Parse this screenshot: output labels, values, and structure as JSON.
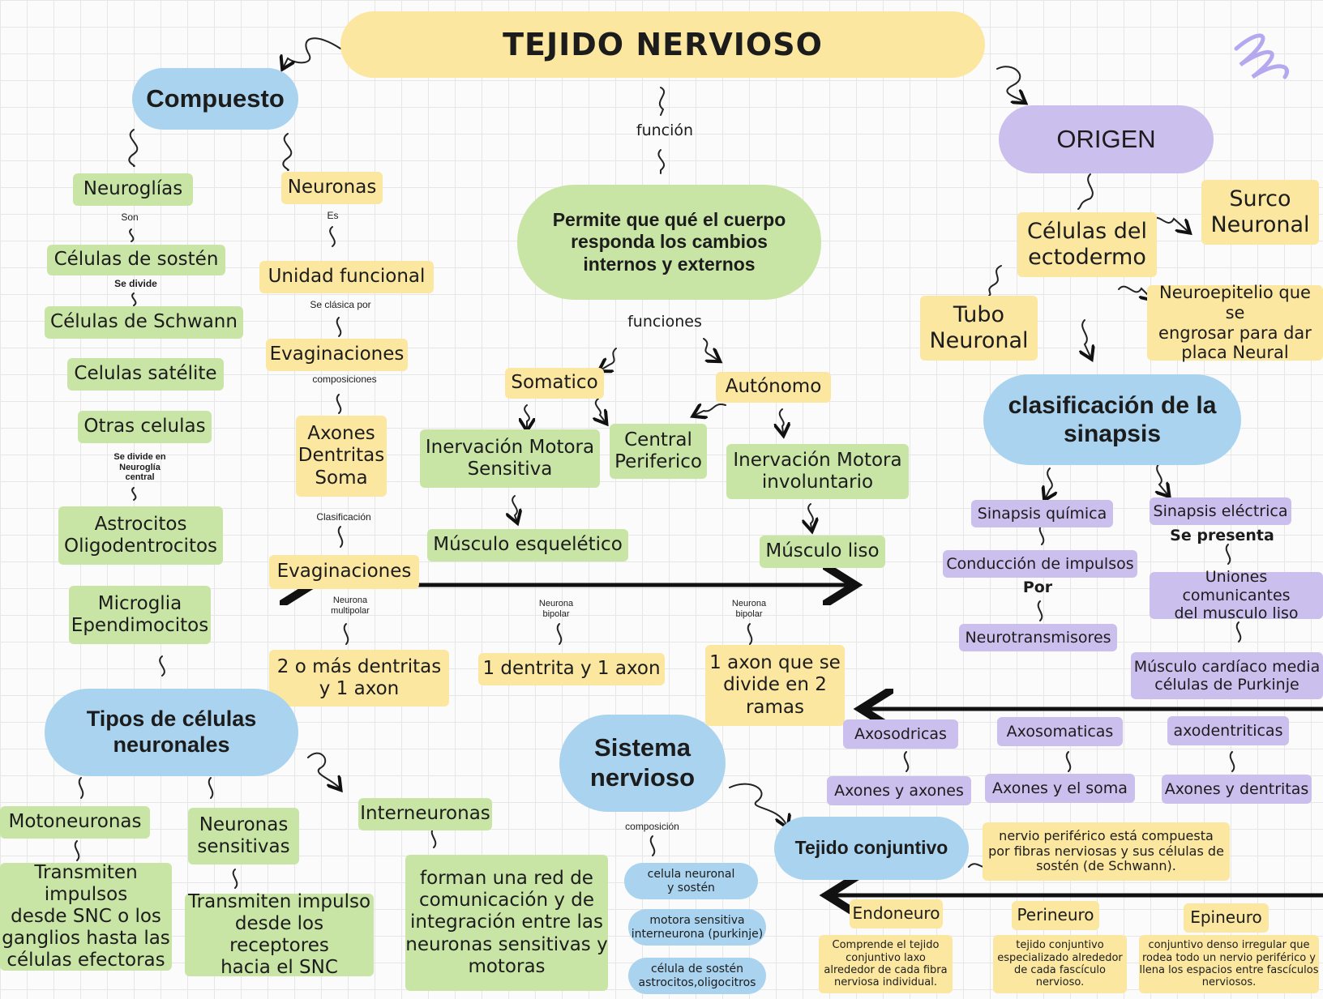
{
  "title": "TEJIDO NERVIOSO",
  "center": {
    "funcion": "función",
    "permite": "Permite que qué el cuerpo\nresponda los cambios\ninternos y externos",
    "funciones": "funciones",
    "somatico": "Somatico",
    "autonomo": "Autónomo",
    "central_periferico": "Central\nPeriferico",
    "inervacion_sensitiva": "Inervación Motora\nSensitiva",
    "inervacion_involuntario": "Inervación Motora\ninvoluntario",
    "musculo_esqueletico": "Músculo esquelético",
    "musculo_liso": "Músculo liso"
  },
  "compuesto": {
    "title": "Compuesto",
    "neuroglias": {
      "label": "Neuroglías",
      "son": "Son",
      "celulas_sosten": "Células de sostén",
      "se_divide": "Se divide",
      "schwann": "Células de Schwann",
      "satelite": "Celulas satélite",
      "otras": "Otras celulas",
      "se_divide_en": "Se divide en\nNeuroglía\ncentral",
      "astro_oligo": "Astrocitos\nOligodentrocitos",
      "micro_epen": "Microglia\nEpendimocitos"
    },
    "neuronas": {
      "label": "Neuronas",
      "es": "Es",
      "unidad": "Unidad funcional",
      "se_clasica": "Se clásica por",
      "evaginaciones": "Evaginaciones",
      "composiciones": "composiciones",
      "axones": "Axones\nDentritas\nSoma",
      "clasificacion": "Clasificación",
      "evaginaciones2": "Evaginaciones"
    }
  },
  "neuron_types": {
    "multipolar_label": "Neurona\nmultipolar",
    "multipolar": "2 o más dentritas\ny 1 axon",
    "bipolar_label": "Neurona\nbipolar",
    "bipolar": "1 dentrita y 1 axon",
    "bipolar2_label": "Neurona\nbipolar",
    "bipolar2": "1 axon que se\ndivide en 2\nramas"
  },
  "tipos": {
    "title": "Tipos de células\nneuronales",
    "motoneuronas": "Motoneuronas",
    "motoneuronas_desc": "Transmiten impulsos\ndesde SNC o los\nganglios hasta las\ncélulas efectoras",
    "sensitivas": "Neuronas\nsensitivas",
    "sensitivas_desc": "Transmiten impulso\ndesde los receptores\nhacia el SNC",
    "interneuronas": "Interneuronas",
    "interneuronas_desc": "forman una red de\ncomunicación y de\nintegración entre las\nneuronas sensitivas y\nmotoras"
  },
  "sistema": {
    "title": "Sistema\nnervioso",
    "composicion": "composición",
    "items": [
      "celula neuronal\ny sostén",
      "motora sensitiva\ninterneurona (purkinje)",
      "célula de sostén\nastrocitos,oligocitros"
    ]
  },
  "origen": {
    "title": "ORIGEN",
    "ectodermo": "Células del\nectodermo",
    "surco": "Surco\nNeuronal",
    "tubo": "Tubo\nNeuronal",
    "neuroepitelio": "Neuroepitelio que se\nengrosar para dar\nplaca Neural"
  },
  "sinapsis": {
    "title": "clasificación de la\nsinapsis",
    "quimica": "Sinapsis química",
    "conduccion": "Conducción de impulsos",
    "por": "Por",
    "neurotransmisores": "Neurotransmisores",
    "electrica": "Sinapsis eléctrica",
    "se_presenta": "Se presenta",
    "uniones": "Uniones comunicantes\ndel musculo liso",
    "cardiaco": "Músculo cardíaco media\ncélulas de Purkinje",
    "types": [
      {
        "name": "Axosodricas",
        "desc": "Axones y axones"
      },
      {
        "name": "Axosomaticas",
        "desc": "Axones y el soma"
      },
      {
        "name": "axodentriticas",
        "desc": "Axones y dentritas"
      }
    ]
  },
  "conjuntivo": {
    "title": "Tejido conjuntivo",
    "desc": "nervio periférico está compuesta\npor fibras nerviosas y sus células de\nsostén (de Schwann).",
    "types": [
      {
        "name": "Endoneuro",
        "desc": "Comprende el tejido\nconjuntivo laxo\nalrededor de cada fibra\nnerviosa individual."
      },
      {
        "name": "Perineuro",
        "desc": "tejido conjuntivo\nespecializado alrededor\nde cada fascículo\nnervioso."
      },
      {
        "name": "Epineuro",
        "desc": "conjuntivo denso irregular que\nrodea todo un nervio periférico y\nllena los espacios entre fascículos\nnerviosos."
      }
    ]
  },
  "colors": {
    "green": "#c9e5a6",
    "yellow": "#fbe7a0",
    "blue": "#a9d3ee",
    "purple": "#cbbfee",
    "grid": "#e6e6e6"
  }
}
